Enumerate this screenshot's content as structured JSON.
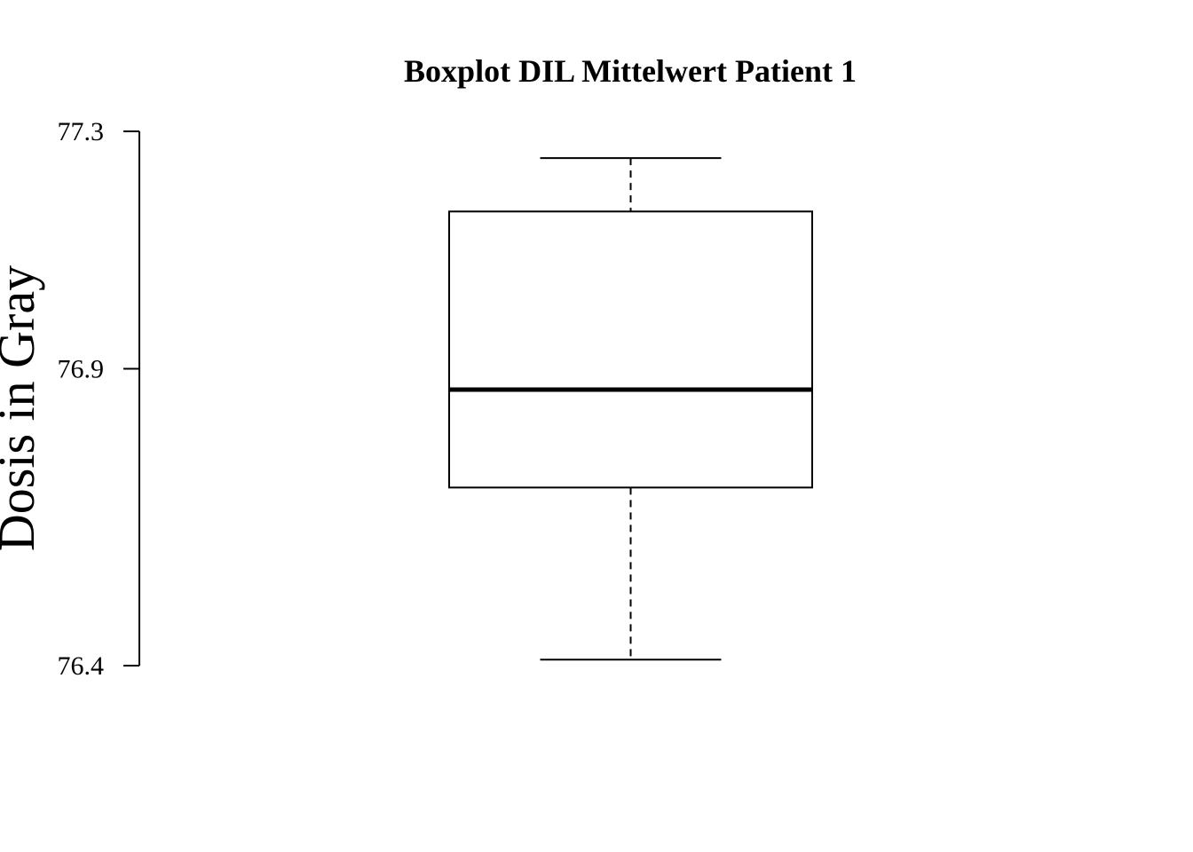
{
  "chart_data": {
    "type": "box",
    "title": "Boxplot DIL Mittelwert Patient 1",
    "xlabel": "",
    "ylabel": "Dosis in Gray",
    "ylim": [
      76.4,
      77.3
    ],
    "y_ticks": [
      {
        "value": 76.4,
        "label": "76.4"
      },
      {
        "value": 76.9,
        "label": "76.9"
      },
      {
        "value": 77.3,
        "label": "77.3"
      }
    ],
    "grid": false,
    "legend": "none",
    "boxes": [
      {
        "whisker_low": 76.41,
        "q1": 76.7,
        "median": 76.865,
        "q3": 77.165,
        "whisker_high": 77.255
      }
    ],
    "colors": {
      "stroke": "#000000",
      "box_fill": "#ffffff"
    }
  }
}
